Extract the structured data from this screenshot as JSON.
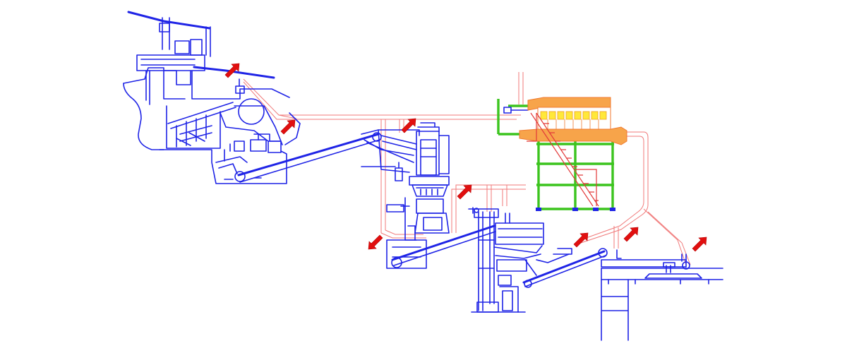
{
  "colors": {
    "background": "#ffffff",
    "equipment": "#1f24e6",
    "duct": "#f07a7a",
    "support_frame": "#3cc41e",
    "filter_housing": "#f7a44a",
    "filter_bags": "#ffe83a",
    "stair": "#e23a3a",
    "airflow_arrow": "#e10f0f"
  },
  "airflow_arrows": [
    {
      "id": "crusher-hopper",
      "direction": "up-right"
    },
    {
      "id": "crusher-outlet",
      "direction": "up-right"
    },
    {
      "id": "screen-top",
      "direction": "up-right"
    },
    {
      "id": "mill-inlet",
      "direction": "up-right"
    },
    {
      "id": "mill-discharge",
      "direction": "down-left"
    },
    {
      "id": "sieve-outlet",
      "direction": "up-right"
    },
    {
      "id": "conveyor-transfer",
      "direction": "up-right"
    },
    {
      "id": "stockpile-feed",
      "direction": "up-right"
    }
  ]
}
